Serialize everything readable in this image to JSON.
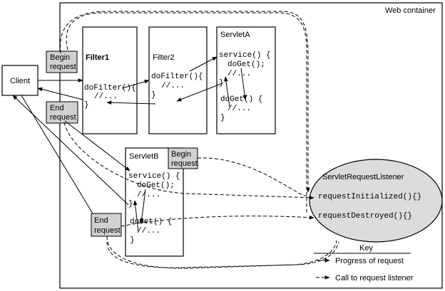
{
  "container_label": "Web container",
  "client": "Client",
  "filter1": {
    "title": "Filter1",
    "code": [
      "doFilter(){",
      "//...",
      "}"
    ]
  },
  "filter2": {
    "title": "Filter2",
    "code": [
      "doFilter(){",
      "//...",
      "}"
    ]
  },
  "servletA": {
    "title": "ServletA",
    "code": [
      "service() {",
      "doGet();",
      "//...",
      "}",
      "doGet() {",
      "//...",
      "}"
    ]
  },
  "servletB": {
    "title": "ServletB",
    "code": [
      "service() {",
      "doGet();",
      "//...",
      "}",
      "doGet() {",
      "//...",
      "}"
    ]
  },
  "listener": {
    "title": "ServletRequestListener",
    "methods": [
      "requestInitialized(){}",
      "requestDestroyed(){}"
    ]
  },
  "labels": {
    "begin_request_1": [
      "Begin",
      "request"
    ],
    "end_request_1": [
      "End",
      "request"
    ],
    "begin_request_2": [
      "Begin",
      "request"
    ],
    "end_request_2": [
      "End",
      "request"
    ]
  },
  "key": {
    "title": "Key",
    "progress": "Progress of request",
    "call": "Call to request listener"
  }
}
